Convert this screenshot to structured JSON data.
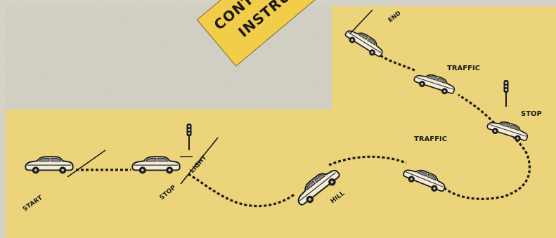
{
  "colors": {
    "paper": "#d9d6cc",
    "area": "#f0d77a",
    "banner": "#f2cd4a",
    "ink": "#1a1a1a"
  },
  "banner": {
    "line1": "CONTR",
    "line2": "INSTRUM"
  },
  "labels": {
    "start": "START",
    "stop_left": "STOP",
    "light": "LIGHT",
    "hill": "HILL",
    "traffic_lower": "TRAFFIC",
    "traffic_upper": "TRAFFIC",
    "stop_right": "STOP",
    "end": "END"
  },
  "icons": [
    "car-icon",
    "traffic-light-icon"
  ]
}
